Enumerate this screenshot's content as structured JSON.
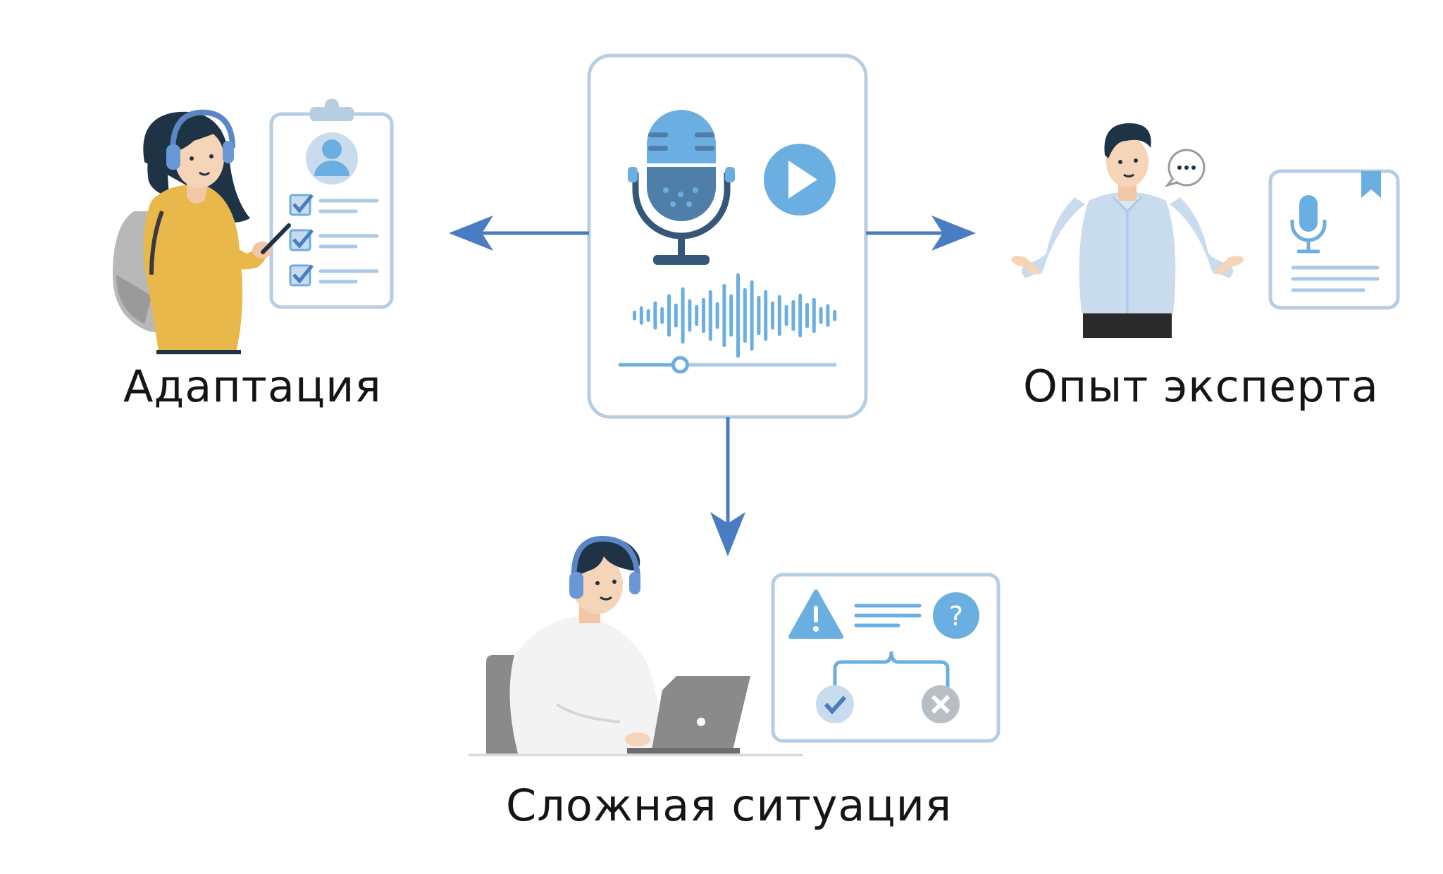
{
  "labels": {
    "adaptation": "Адаптация",
    "expert": "Опыт эксперта",
    "difficult": "Сложная ситуация"
  },
  "icons": {
    "center": [
      "microphone-icon",
      "play-icon",
      "waveform-icon",
      "progress-slider"
    ],
    "left": [
      "person-with-headphones-icon",
      "checklist-clipboard-icon"
    ],
    "right": [
      "expert-person-icon",
      "speech-bubble-icon",
      "audio-document-icon"
    ],
    "bottom": [
      "person-at-laptop-icon",
      "warning-icon",
      "question-icon",
      "check-icon",
      "cross-icon"
    ]
  },
  "colors": {
    "card_border": "#b7cde2",
    "accent_blue": "#6aaee2",
    "arrow": "#4a7cc3",
    "dark_mic": "#4f7fa8",
    "yellow_jacket": "#e8b84a",
    "shirt_blue": "#c9dcee",
    "gray": "#9a9a9a"
  },
  "audio_progress": 0.28
}
